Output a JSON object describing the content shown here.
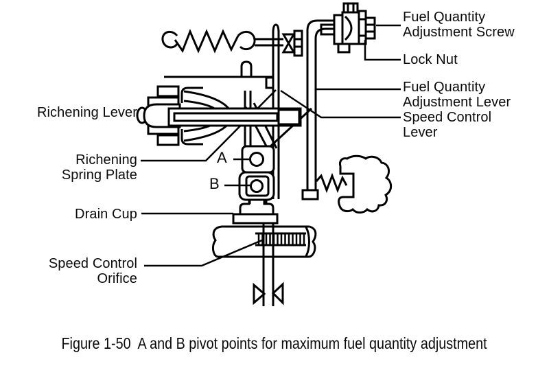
{
  "caption": "Figure 1-50  A and B pivot points for maximum fuel quantity adjustment",
  "colors": {
    "line": "#000000",
    "background": "#ffffff"
  },
  "labels": {
    "richening_lever": "Richening Lever",
    "richening_spring_plate": "Richening\nSpring Plate",
    "drain_cup": "Drain Cup",
    "speed_control_orifice": "Speed Control\nOrifice",
    "fuel_quantity_adjustment_screw": "Fuel Quantity\nAdjustment Screw",
    "lock_nut": "Lock Nut",
    "fuel_quantity_adjustment_lever": "Fuel Quantity\nAdjustment Lever",
    "speed_control_lever": "Speed Control\nLever",
    "pivot_a": "A",
    "pivot_b": "B"
  }
}
